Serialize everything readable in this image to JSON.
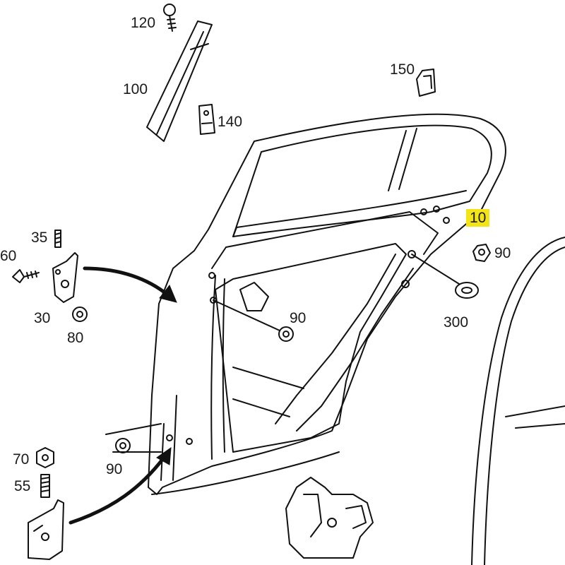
{
  "diagram": {
    "type": "exploded-parts-diagram",
    "subject": "rear door",
    "highlight_color": "#f3e418",
    "callouts": {
      "p120": "120",
      "p100": "100",
      "p140": "140",
      "p150": "150",
      "p10": "10",
      "p90_top_right": "90",
      "p300": "300",
      "p35": "35",
      "p60_cut": "60",
      "p30": "30",
      "p80": "80",
      "p90_center": "90",
      "p90_lower_left": "90",
      "p70": "70",
      "p55": "55"
    },
    "highlighted_part": "10"
  }
}
